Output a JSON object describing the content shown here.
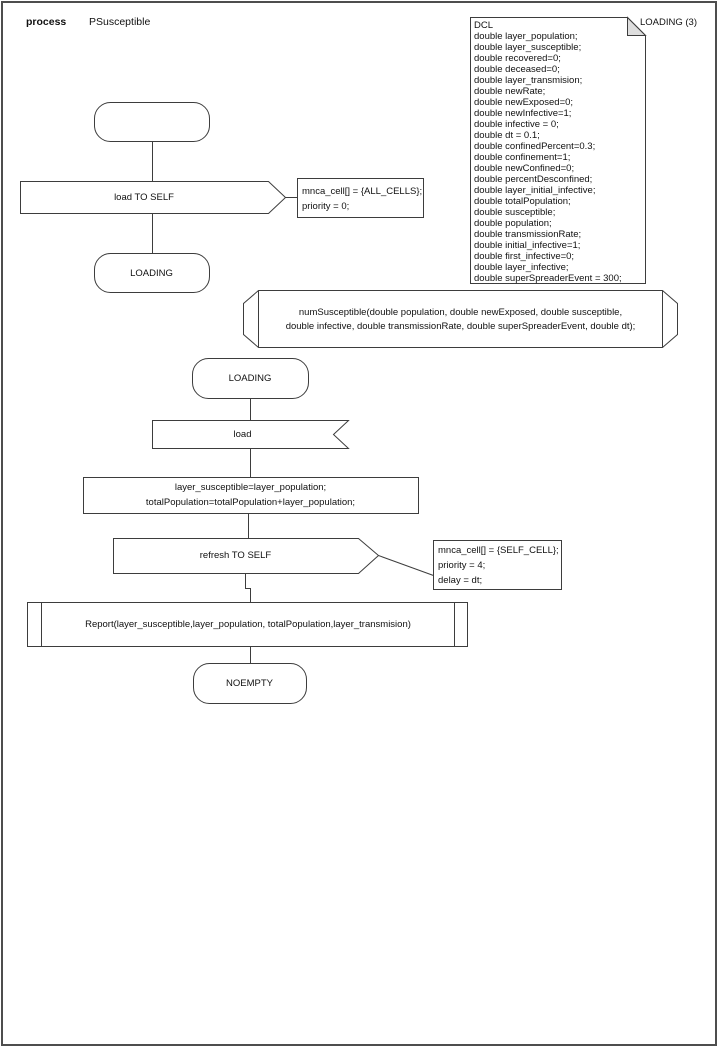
{
  "header": {
    "kind_label": "process",
    "process_name": "PSusceptible"
  },
  "colors": {
    "stroke": "#3d3d3d",
    "background": "#ffffff",
    "fold_shade": "#dedede"
  },
  "declarations_note": {
    "ref_label": "LOADING (3)",
    "lines": [
      "DCL",
      "double layer_population;",
      "double layer_susceptible;",
      "double recovered=0;",
      "double deceased=0;",
      "double layer_transmision;",
      "double newRate;",
      "double newExposed=0;",
      "double newInfective=1;",
      "double infective = 0;",
      "double dt = 0.1;",
      "double confinedPercent=0.3;",
      "double confinement=1;",
      "double newConfined=0;",
      "double percentDesconfined;",
      "double layer_initial_infective;",
      "double totalPopulation;",
      "double susceptible;",
      "double population;",
      "double transmissionRate;",
      "double initial_infective=1;",
      "double first_infective=0;",
      "double layer_infective;",
      "double superSpreaderEvent = 300;"
    ]
  },
  "procedure_declaration": {
    "lines": [
      "numSusceptible(double population, double newExposed, double susceptible,",
      "double infective, double transmissionRate, double superSpreaderEvent, double dt);"
    ]
  },
  "flow_start": {
    "output_label": "load TO SELF",
    "output_comment_lines": [
      "mnca_cell[] = {ALL_CELLS};",
      "priority = 0;"
    ],
    "next_state_label": "LOADING"
  },
  "flow_loading": {
    "state_label": "LOADING",
    "input_label": "load",
    "task_lines": [
      "layer_susceptible=layer_population;",
      "totalPopulation=totalPopulation+layer_population;"
    ],
    "output_label": "refresh TO SELF",
    "output_comment_lines": [
      "mnca_cell[] = {SELF_CELL};",
      "priority = 4;",
      "delay = dt;"
    ],
    "procedure_call_label": "Report(layer_susceptible,layer_population, totalPopulation,layer_transmision)",
    "next_state_label": "NOEMPTY"
  }
}
